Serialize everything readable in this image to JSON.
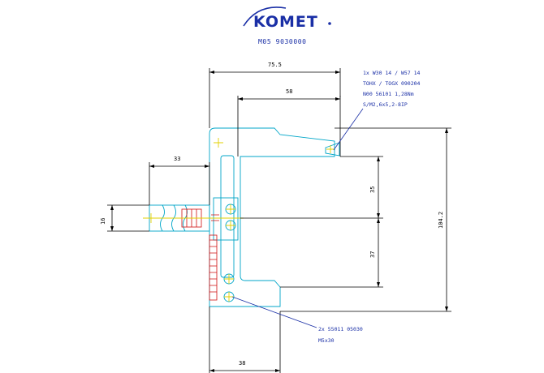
{
  "header": {
    "logo_text": "KOMET",
    "logo_color": "#1a2fa6",
    "part_number": "M05 9030000"
  },
  "dimensions": {
    "d755": "75.5",
    "d58": "58",
    "d33": "33",
    "d16": "16",
    "d35": "35",
    "d37": "37",
    "d1042": "104.2",
    "d38": "38"
  },
  "notes": {
    "top_right": [
      "1x W30 14  / W57 14",
      "TOHX / TOGX 090204",
      "N00 56101       1,28Nm",
      "S/M2,6x5,2-8IP"
    ],
    "bottom": [
      "2x 55011 05030",
      "M5x30"
    ]
  },
  "colors": {
    "outline": "#00a6c8",
    "dimension": "#000000",
    "leader": "#1a2fa6",
    "centerline": "#e2d000",
    "scale": "#d01010"
  }
}
